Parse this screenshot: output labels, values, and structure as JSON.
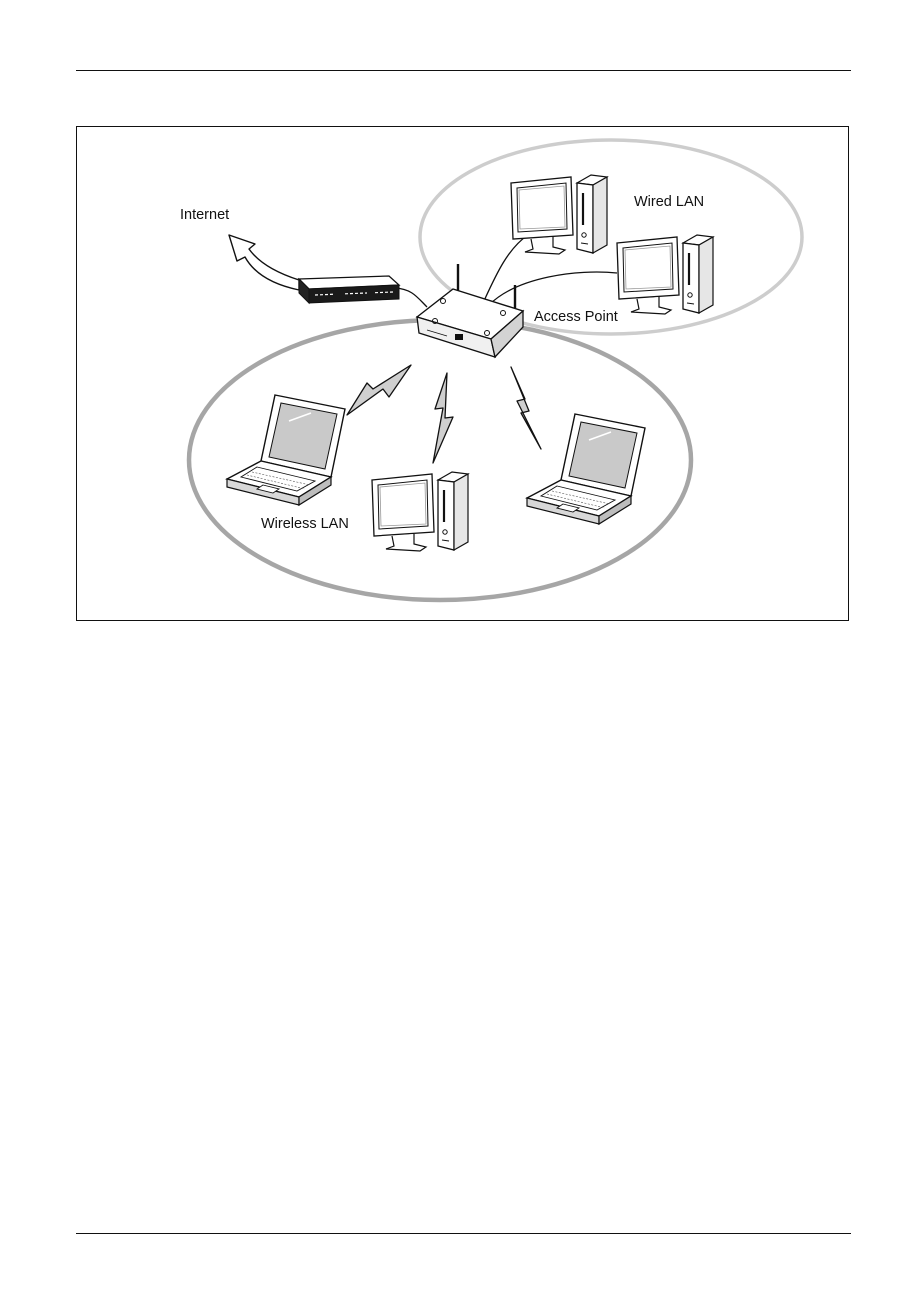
{
  "diagram": {
    "labels": {
      "internet": "Internet",
      "wired_lan": "Wired LAN",
      "access_point": "Access Point",
      "wireless_lan": "Wireless LAN"
    },
    "icons": [
      "internet-arrow-icon",
      "modem-icon",
      "access-point-icon",
      "desktop-computer-icon",
      "laptop-icon",
      "wireless-signal-icon"
    ]
  }
}
